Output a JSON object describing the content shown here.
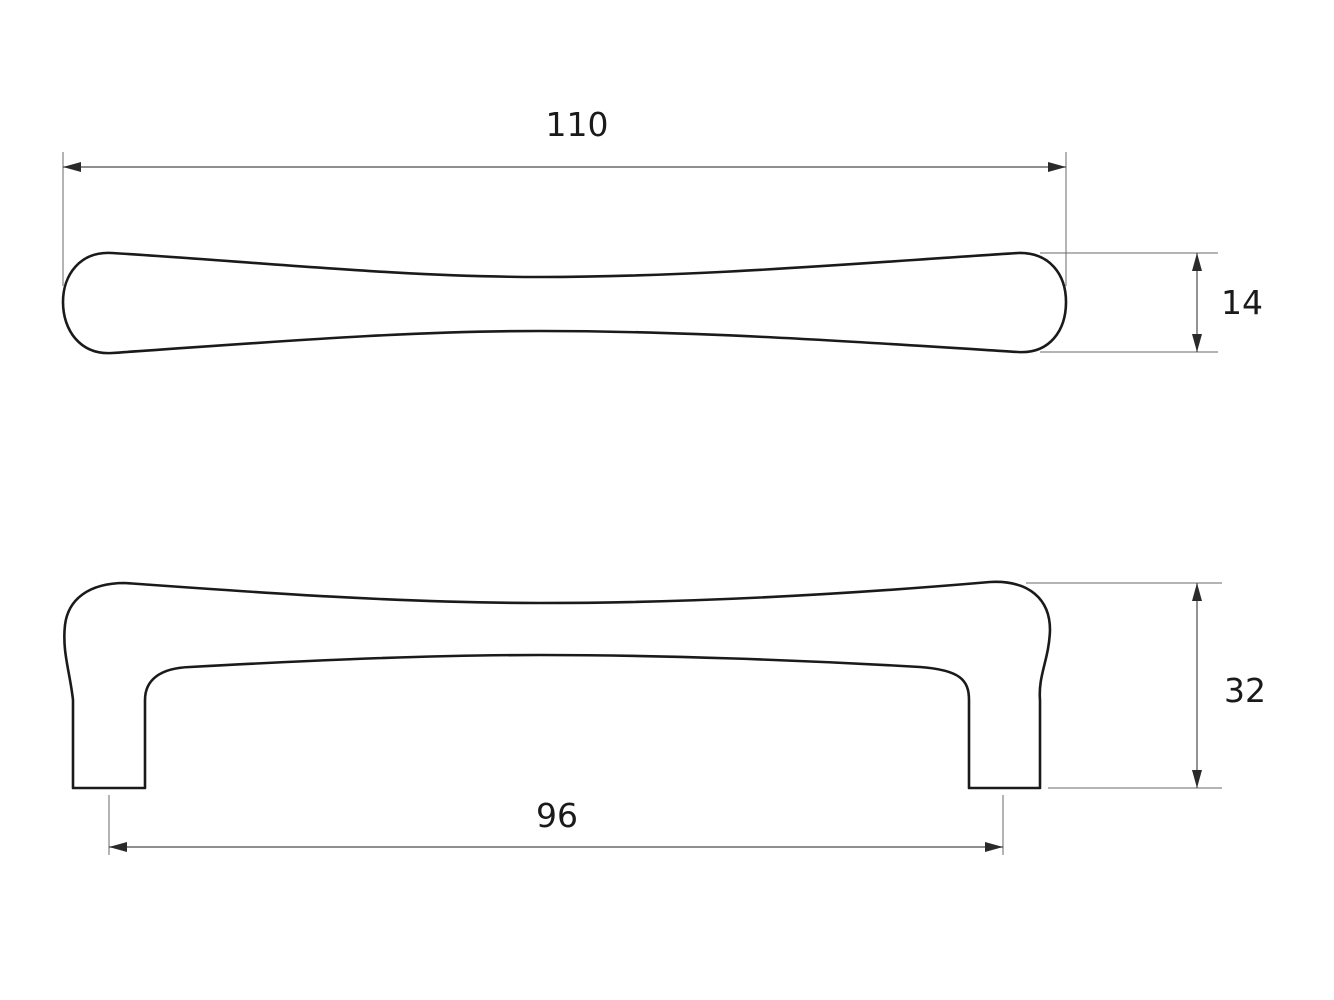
{
  "drawing": {
    "dimensions": {
      "overall_length": "110",
      "thickness": "14",
      "height": "32",
      "center_distance": "96"
    }
  }
}
